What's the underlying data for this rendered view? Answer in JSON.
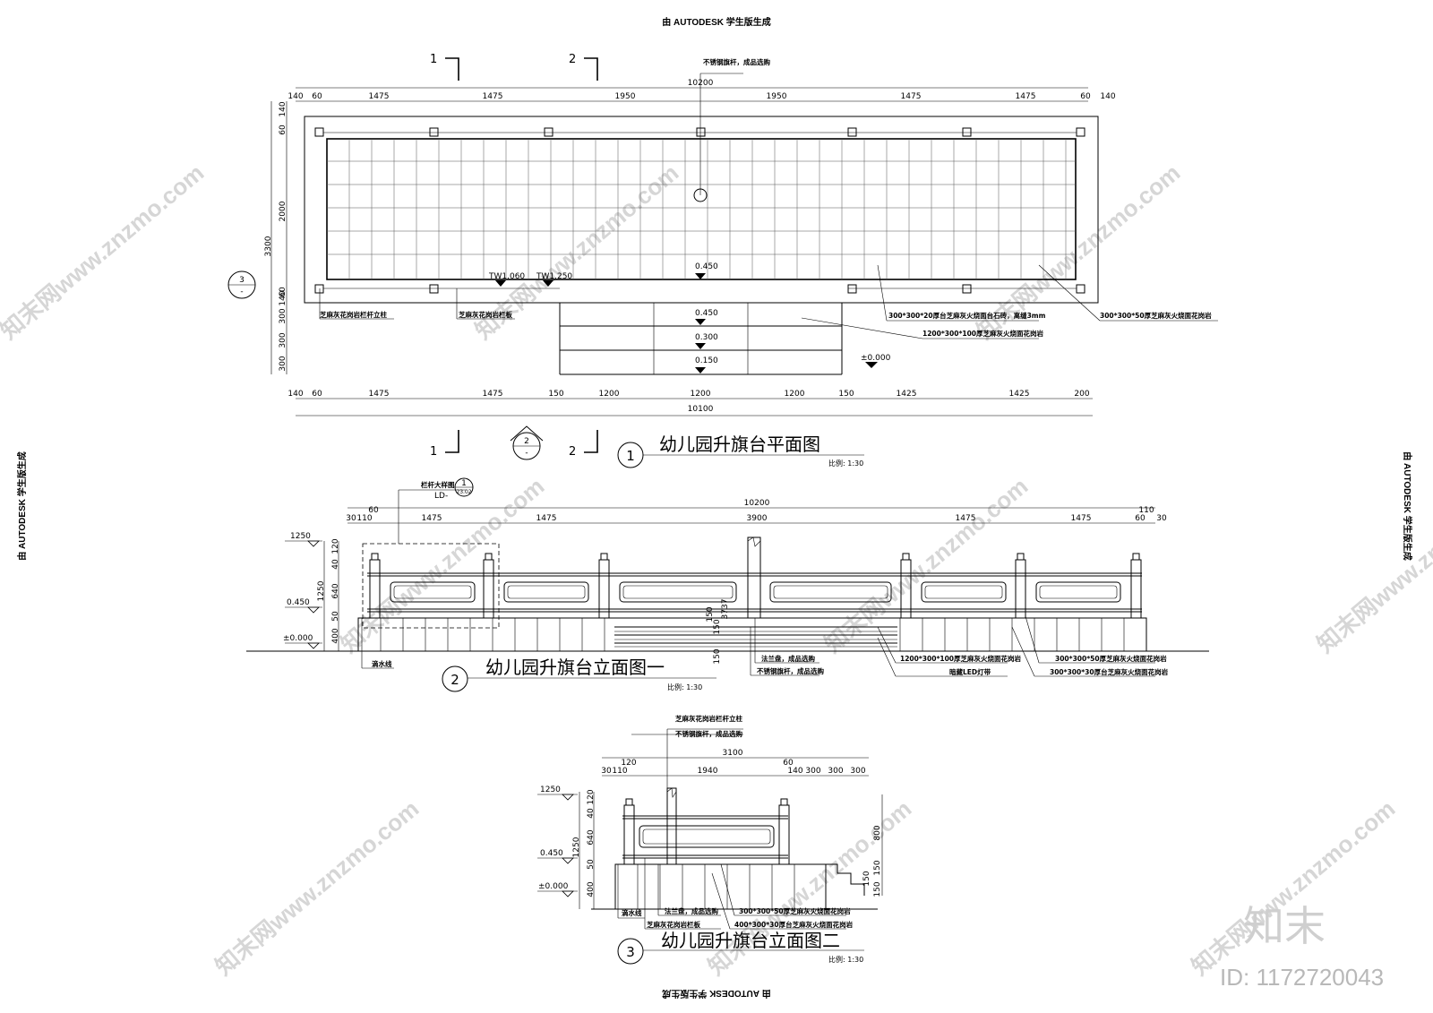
{
  "stamps": {
    "top": "由 AUTODESK 学生版生成",
    "bottom": "由 AUTODESK 学生版生成",
    "left": "由 AUTODESK 学生版生成",
    "right": "由 AUTODESK 学生版生成"
  },
  "watermark": {
    "diagonal": "知末网www.znzmo.com",
    "logo": "知末",
    "id": "ID: 1172720043"
  },
  "plan": {
    "title": "幼儿园升旗台平面图",
    "number": "1",
    "scale": "比例: 1:30",
    "section_marks": [
      "1",
      "2",
      "1",
      "2"
    ],
    "top_total": "10200",
    "top_dims": [
      "140",
      "60",
      "1475",
      "1475",
      "1950",
      "1950",
      "1475",
      "1475",
      "60",
      "140"
    ],
    "bottom_total": "10100",
    "bottom_dims": [
      "140",
      "60",
      "1475",
      "1475",
      "150",
      "1200",
      "1200",
      "1200",
      "150",
      "1425",
      "1425",
      "200"
    ],
    "left_total": "3300",
    "left_dims": [
      "140",
      "60",
      "2000",
      "60",
      "140",
      "300",
      "300",
      "300"
    ],
    "elevations": [
      "0.450",
      "0.450",
      "0.300",
      "0.150",
      "±0.000"
    ],
    "tw_labels": [
      "TW1.060",
      "TW1.250"
    ],
    "callout_3": "3",
    "callout_2": "2",
    "callout_dash": "-",
    "notes": {
      "flagpole": "不锈钢旗杆，成品选购",
      "post": "芝麻灰花岗岩栏杆立柱",
      "panel": "芝麻灰花岗岩栏板",
      "paving_20": "300*300*20厚台芝麻灰火烧面台石砖，离缝3mm",
      "step": "1200*300*100厚芝麻灰火烧面花岗岩",
      "paving_50": "300*300*50厚芝麻灰火烧面花岗岩"
    }
  },
  "elev1": {
    "title": "幼儿园升旗台立面图一",
    "number": "2",
    "scale": "比例: 1:30",
    "detail_label": "栏杆大样图",
    "detail_ref": "LD-",
    "detail_num": "1",
    "detail_sheet": "23.02",
    "top_total": "10200",
    "top_dims": [
      "30",
      "110",
      "60",
      "1475",
      "1475",
      "3900",
      "1475",
      "1475",
      "60",
      "110",
      "30"
    ],
    "left_dims": [
      "120",
      "40",
      "640",
      "50",
      "400"
    ],
    "left_total": "1250",
    "levels": [
      "1250",
      "0.450",
      "±0.000"
    ],
    "mid_dims": [
      "150",
      "150",
      "3737",
      "150"
    ],
    "notes": {
      "drip": "滴水线",
      "flange": "法兰盘，成品选购",
      "pole": "不锈钢旗杆，成品选购",
      "step": "1200*300*100厚芝麻灰火烧面花岗岩",
      "led": "暗藏LED灯带",
      "granite50": "300*300*50厚芝麻灰火烧面花岗岩",
      "granite30": "300*300*30厚台芝麻灰火烧面花岗岩"
    }
  },
  "elev2": {
    "title": "幼儿园升旗台立面图二",
    "number": "3",
    "scale": "比例: 1:30",
    "top_total": "3100",
    "top_dims": [
      "30",
      "110",
      "120",
      "1940",
      "60",
      "140",
      "300",
      "300",
      "300"
    ],
    "left_dims": [
      "120",
      "40",
      "640",
      "50",
      "400"
    ],
    "left_total": "1250",
    "levels": [
      "1250",
      "0.450",
      "±0.000"
    ],
    "right_dims": [
      "800",
      "150",
      "150",
      "150"
    ],
    "notes": {
      "post": "芝麻灰花岗岩栏杆立柱",
      "pole": "不锈钢旗杆，成品选购",
      "drip": "滴水线",
      "flange": "法兰盘，成品选购",
      "panel": "芝麻灰花岗岩栏板",
      "granite50": "300*300*50厚芝麻灰火烧面花岗岩",
      "granite30": "400*300*30厚台芝麻灰火烧面花岗岩"
    }
  }
}
